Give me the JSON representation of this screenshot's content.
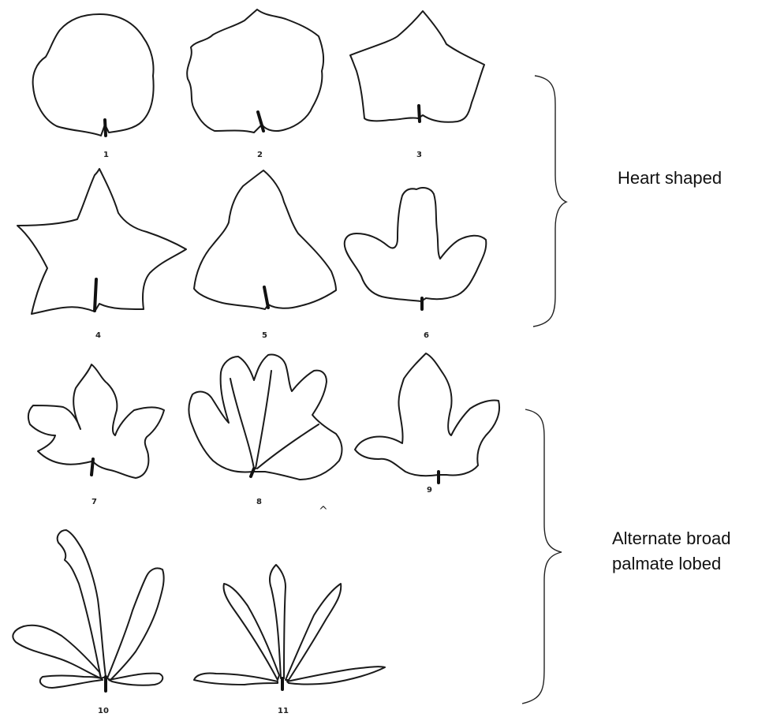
{
  "groups": [
    {
      "id": "heart",
      "label": "Heart shaped",
      "leaves": [
        "1",
        "2",
        "3",
        "4",
        "5",
        "6"
      ]
    },
    {
      "id": "palmate",
      "label_lines": [
        "Alternate broad",
        "palmate lobed"
      ],
      "leaves": [
        "7",
        "8",
        "9",
        "10",
        "11"
      ]
    }
  ],
  "leaf_numbers": [
    "1",
    "2",
    "3",
    "4",
    "5",
    "6",
    "7",
    "8",
    "9",
    "10",
    "11"
  ],
  "stray_mark": "^"
}
